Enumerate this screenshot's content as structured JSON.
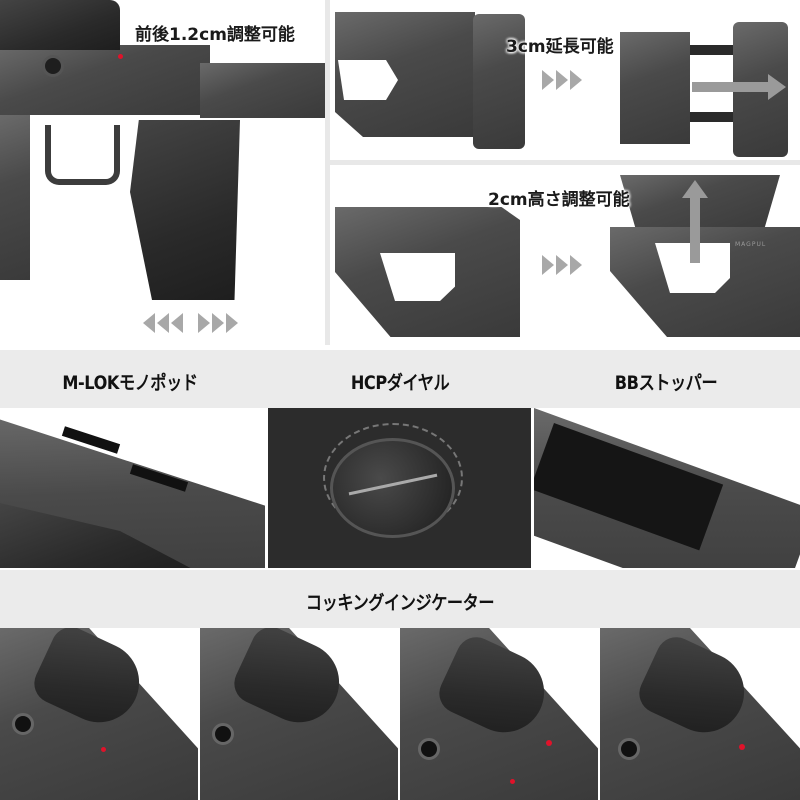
{
  "top_left": {
    "caption": "前後1.2cm調整可能",
    "adjust_arrows": [
      "chevron-left",
      "chevron-left",
      "chevron-left",
      "chevron-right",
      "chevron-right",
      "chevron-right"
    ]
  },
  "top_right_upper": {
    "caption": "3cm延長可能",
    "arrow": "arrow-right"
  },
  "top_right_lower": {
    "caption": "2cm高さ調整可能",
    "arrow": "arrow-up",
    "logo_text": "MAGPUL"
  },
  "features": {
    "labels": [
      "M-LOKモノポッド",
      "HCPダイヤル",
      "BBストッパー"
    ]
  },
  "cocking": {
    "label": "コッキングインジケーター",
    "frames": 4
  },
  "colors": {
    "band": "#ebebeb",
    "chevron": "#a8a8a8",
    "indicator_red": "#e0122a",
    "metal_dark": "#3a3a3a"
  }
}
